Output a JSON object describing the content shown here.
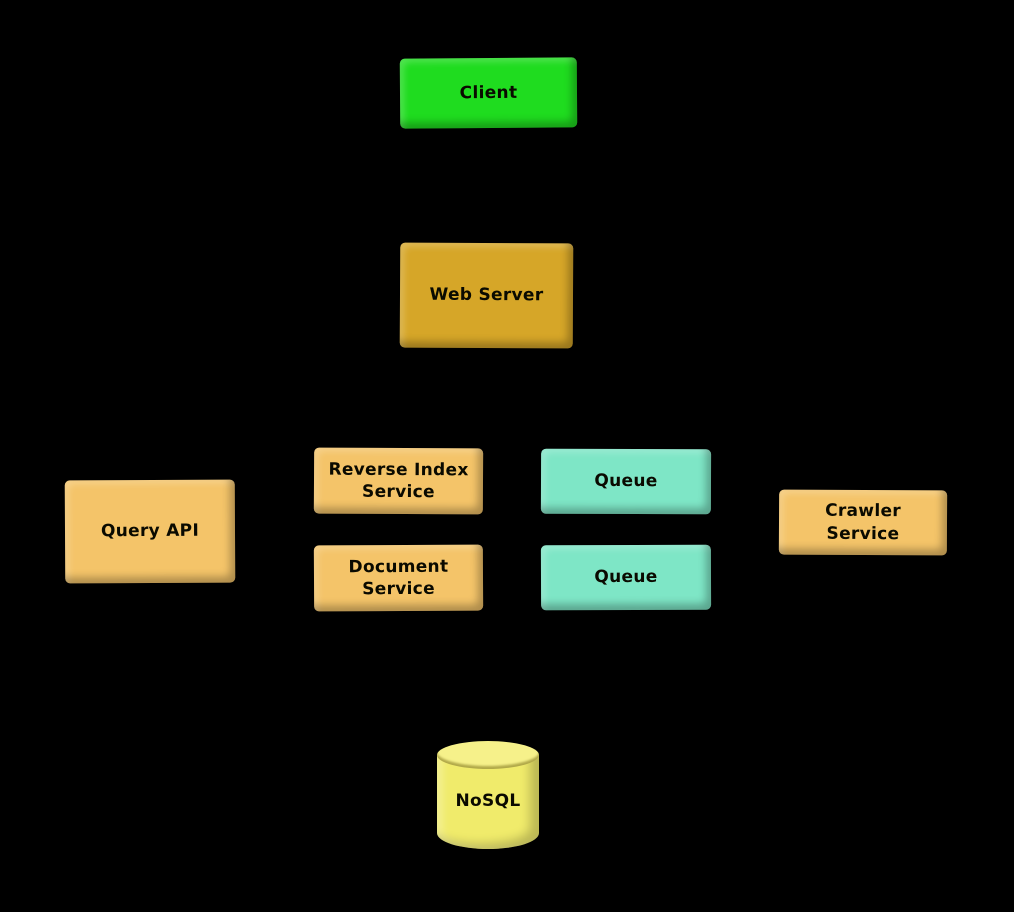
{
  "diagram": {
    "background_color": "#000000",
    "text_color": "#0a0a00",
    "nodes": {
      "client": {
        "label": "Client",
        "color": "#1fdc1f",
        "shape": "box"
      },
      "web_server": {
        "label": "Web Server",
        "color": "#d6a628",
        "shape": "box"
      },
      "query_api": {
        "label": "Query API",
        "color": "#f4c469",
        "shape": "box"
      },
      "reverse_index_service": {
        "label": "Reverse Index Service",
        "color": "#f4c469",
        "shape": "box"
      },
      "document_service": {
        "label": "Document Service",
        "color": "#f4c469",
        "shape": "box"
      },
      "queue_top": {
        "label": "Queue",
        "color": "#7ee6c6",
        "shape": "box"
      },
      "queue_bottom": {
        "label": "Queue",
        "color": "#7ee6c6",
        "shape": "box"
      },
      "crawler_service": {
        "label": "Crawler Service",
        "color": "#f4c469",
        "shape": "box"
      },
      "nosql": {
        "label": "NoSQL",
        "color": "#f0eb6b",
        "shape": "cylinder"
      }
    }
  }
}
